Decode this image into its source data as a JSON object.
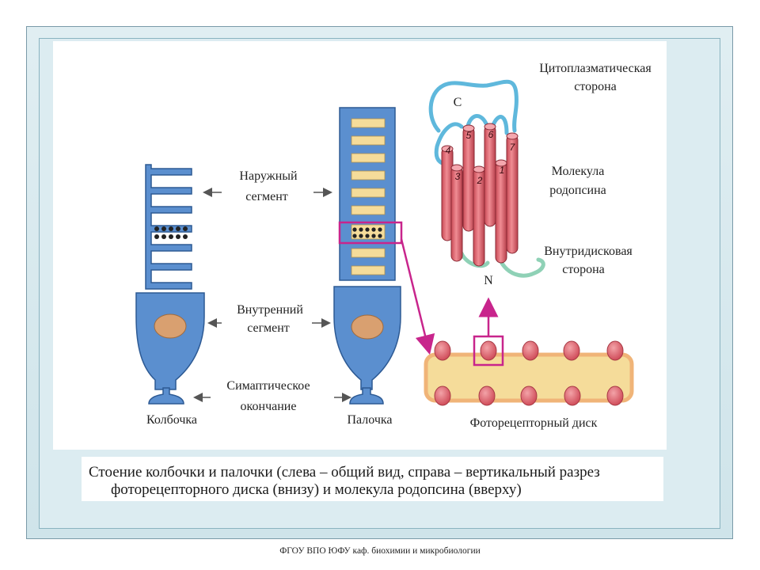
{
  "labels": {
    "outer_segment_line1": "Наружный",
    "outer_segment_line2": "сегмент",
    "inner_segment_line1": "Внутренний",
    "inner_segment_line2": "сегмент",
    "synaptic_line1": "Симаптическое",
    "synaptic_line2": "окончание",
    "cone": "Колбочка",
    "rod": "Палочка",
    "cytoplasmic_line1": "Цитоплазматическая",
    "cytoplasmic_line2": "сторона",
    "molecule_line1": "Молекула",
    "molecule_line2": "родопсина",
    "intradisc_line1": "Внутридисковая",
    "intradisc_line2": "сторона",
    "c_terminus": "C",
    "n_terminus": "N",
    "photoreceptor_disc": "Фоторецепторный диск",
    "helix_numbers": [
      "4",
      "5",
      "6",
      "7",
      "3",
      "2",
      "1"
    ]
  },
  "caption": {
    "line1": "Стоение колбочки и палочки (слева – общий вид, справа – вертикальный разрез",
    "line2": "фоторецепторного диска (внизу) и молекула родопсина (вверху)"
  },
  "footer": "ФГОУ ВПО ЮФУ  каф. биохимии и микробиологии",
  "colors": {
    "cell_fill": "#5b8fcf",
    "cell_stroke": "#2d5a94",
    "nucleus": "#d9a070",
    "disc_fill": "#f5dc9a",
    "helix": "#e06a73",
    "loop_top": "#5fb8dc",
    "loop_bottom": "#8fd1b6",
    "highlight": "#c8258c",
    "disc_membrane": "#f0b478"
  }
}
